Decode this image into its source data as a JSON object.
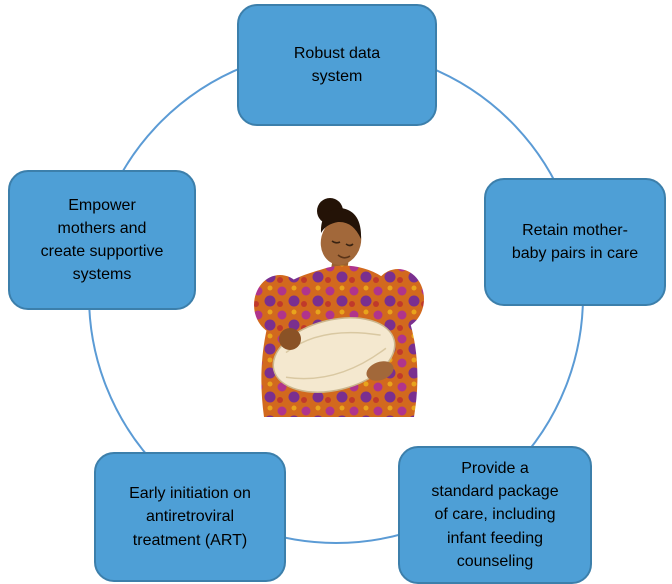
{
  "diagram": {
    "type": "cycle",
    "center_image_alt": "Illustration of a mother holding her baby",
    "nodes": [
      {
        "id": "top",
        "label": "Robust data\nsystem"
      },
      {
        "id": "right",
        "label": "Retain mother-\nbaby pairs in care"
      },
      {
        "id": "bottom-right",
        "label": "Provide a\nstandard package\nof care, including\ninfant feeding\ncounseling"
      },
      {
        "id": "bottom-left",
        "label": "Early initiation on\nantiretroviral\ntreatment (ART)"
      },
      {
        "id": "left",
        "label": "Empower\nmothers and\ncreate supportive\nsystems"
      }
    ],
    "colors": {
      "node_fill": "#4e9fd6",
      "node_border": "#3c7fab",
      "circle_stroke": "#5b9bd5",
      "text": "#000000"
    }
  }
}
